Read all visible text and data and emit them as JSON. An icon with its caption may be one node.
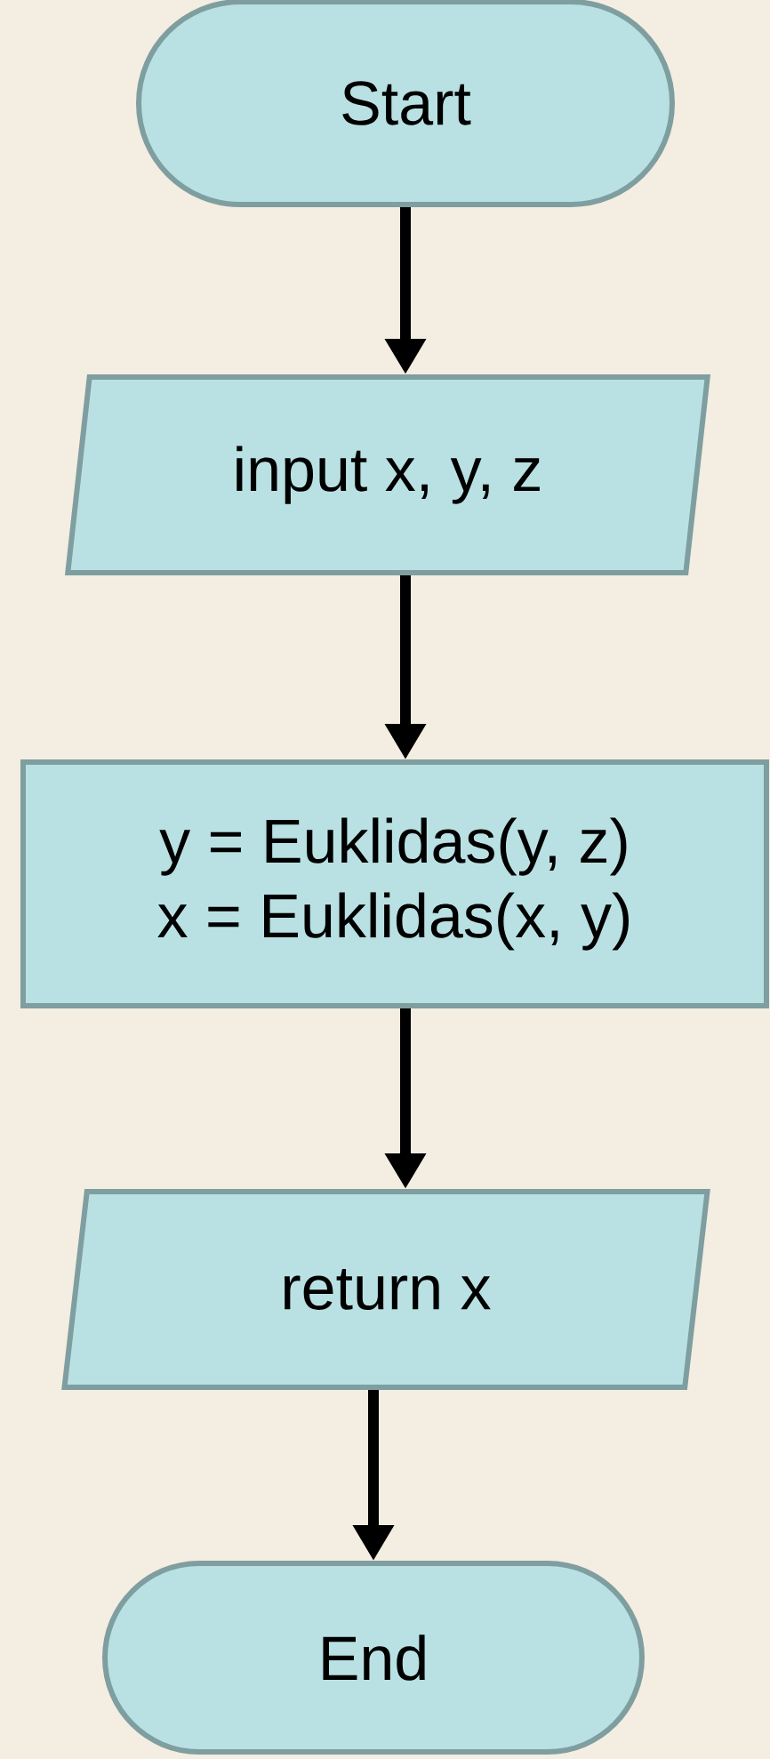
{
  "diagram": {
    "nodes": [
      {
        "text": [
          "Start"
        ]
      },
      {
        "text": [
          "input x, y, z"
        ]
      },
      {
        "text": [
          "y = Euklidas(y, z)",
          "x = Euklidas(x, y)"
        ]
      },
      {
        "text": [
          "return x"
        ]
      },
      {
        "text": [
          "End"
        ]
      }
    ],
    "edges": [
      {
        "from": 0,
        "to": 1,
        "arrow": "to"
      },
      {
        "from": 1,
        "to": 2,
        "arrow": "to"
      },
      {
        "from": 2,
        "to": 3,
        "arrow": "to"
      },
      {
        "from": 3,
        "to": 4,
        "arrow": "to"
      }
    ]
  }
}
